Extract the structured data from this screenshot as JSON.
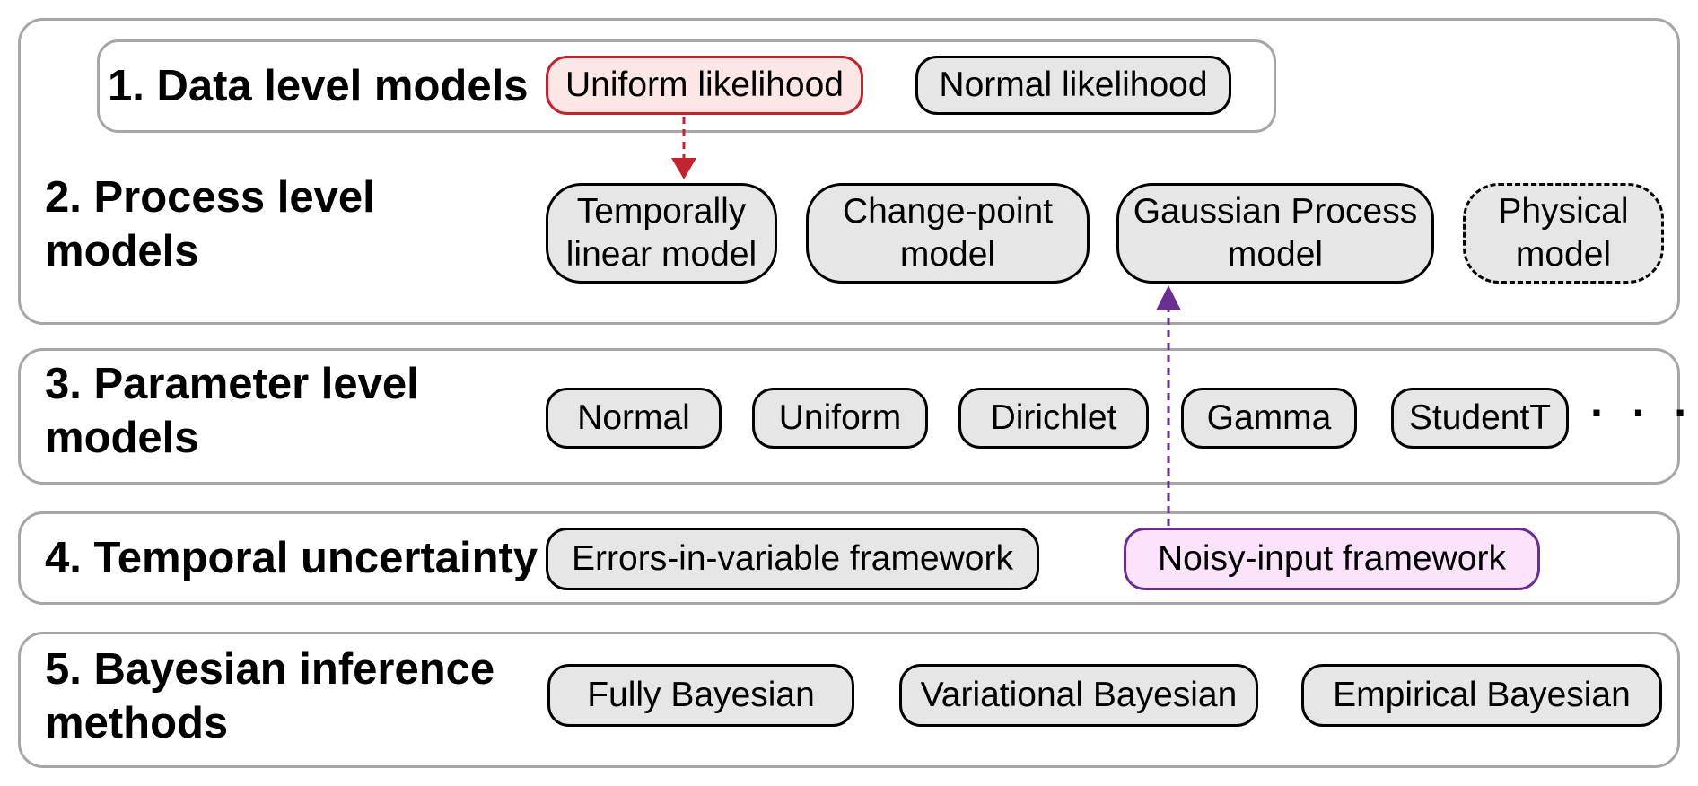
{
  "levels": {
    "data": {
      "title": "1. Data level models",
      "items": [
        "Uniform likelihood",
        "Normal likelihood"
      ]
    },
    "process": {
      "title_line1": "2. Process level",
      "title_line2": "models",
      "items": [
        {
          "line1": "Temporally",
          "line2": "linear model"
        },
        {
          "line1": "Change-point",
          "line2": "model"
        },
        {
          "line1": "Gaussian Process",
          "line2": "model"
        },
        {
          "line1": "Physical",
          "line2": "model"
        }
      ]
    },
    "parameter": {
      "title_line1": "3. Parameter level",
      "title_line2": "models",
      "items": [
        "Normal",
        "Uniform",
        "Dirichlet",
        "Gamma",
        "StudentT"
      ],
      "more": "· · ·"
    },
    "temporal": {
      "title": "4. Temporal uncertainty",
      "items": [
        "Errors-in-variable framework",
        "Noisy-input framework"
      ]
    },
    "inference": {
      "title_line1": "5. Bayesian inference",
      "title_line2": "methods",
      "items": [
        "Fully Bayesian",
        "Variational Bayesian",
        "Empirical Bayesian"
      ]
    }
  },
  "colors": {
    "panel_border": "#a6a6a6",
    "pill_fill": "#e6e6e6",
    "red_accent": "#c0242f",
    "red_fill": "#fde6e6",
    "purple_accent": "#6a2e90",
    "purple_fill": "#fbe4fb"
  }
}
